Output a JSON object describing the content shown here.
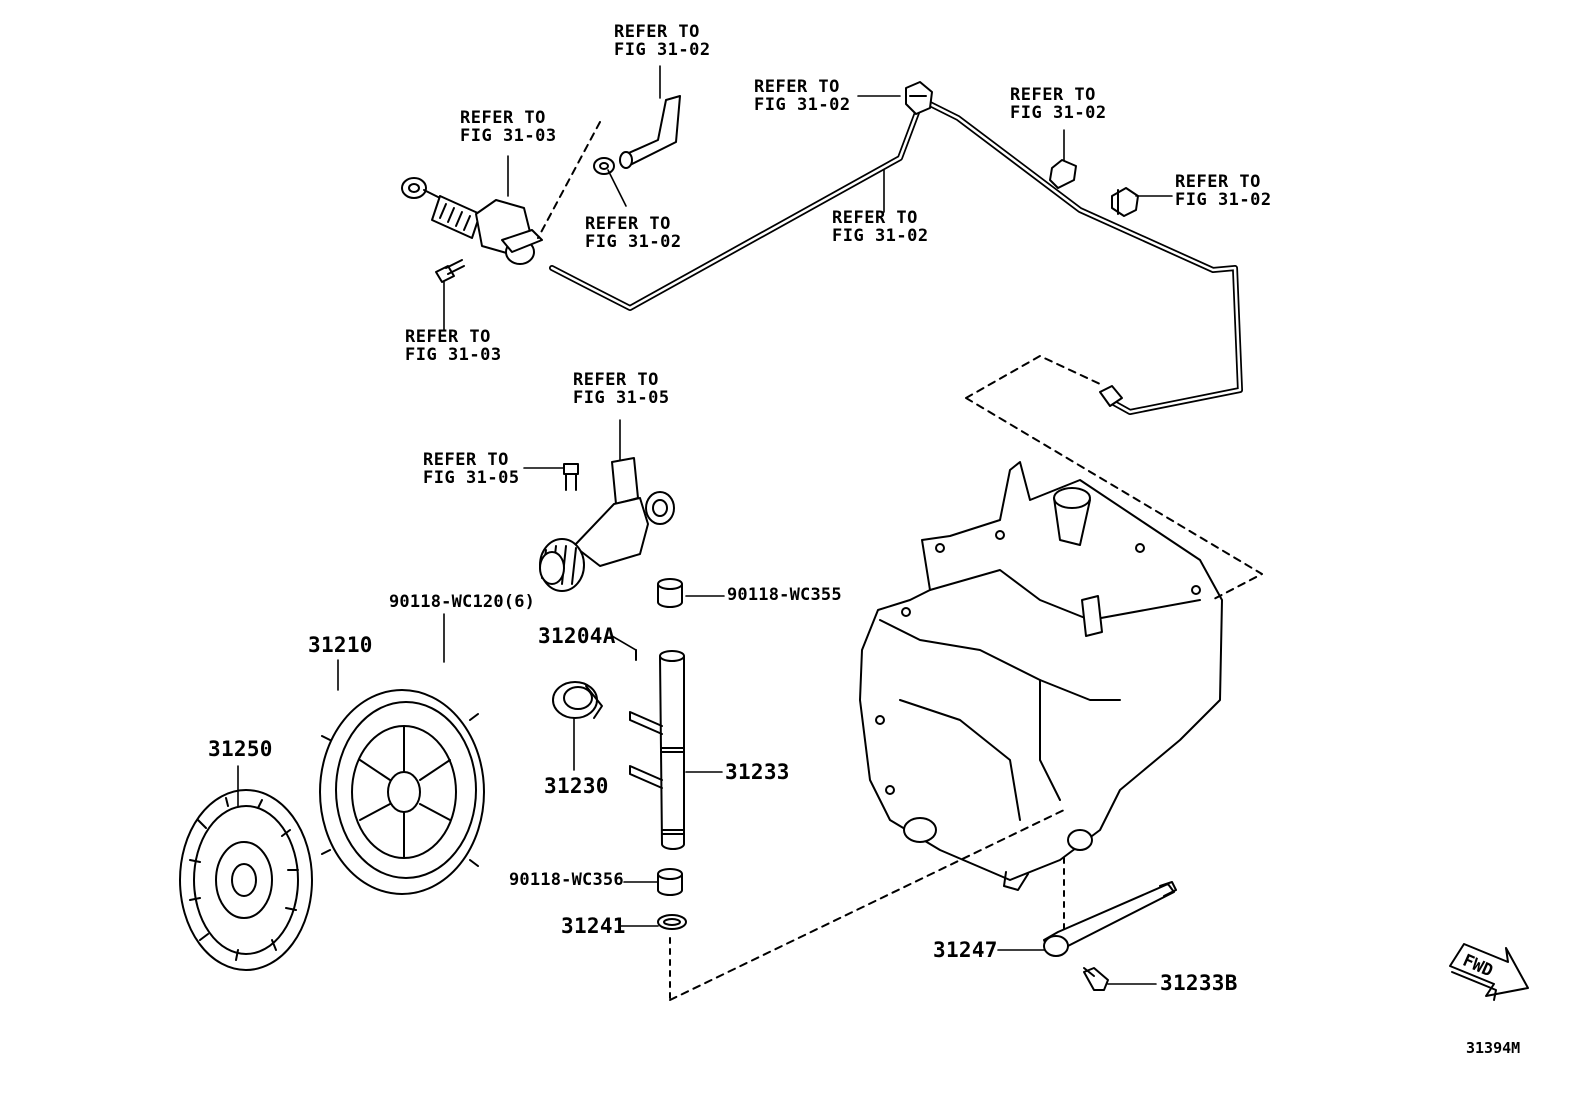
{
  "diagram_id": "31394M",
  "fwd_label": "FWD",
  "refs": {
    "r1": {
      "l1": "REFER TO",
      "l2": "FIG 31-02"
    },
    "r2": {
      "l1": "REFER TO",
      "l2": "FIG 31-03"
    },
    "r3": {
      "l1": "REFER TO",
      "l2": "FIG 31-02"
    },
    "r4": {
      "l1": "REFER TO",
      "l2": "FIG 31-03"
    },
    "r5": {
      "l1": "REFER TO",
      "l2": "FIG 31-02"
    },
    "r6": {
      "l1": "REFER TO",
      "l2": "FIG 31-02"
    },
    "r7": {
      "l1": "REFER TO",
      "l2": "FIG 31-02"
    },
    "r8": {
      "l1": "REFER TO",
      "l2": "FIG 31-02"
    },
    "r9": {
      "l1": "REFER TO",
      "l2": "FIG 31-05"
    },
    "r10": {
      "l1": "REFER TO",
      "l2": "FIG 31-05"
    }
  },
  "parts": {
    "p90118_wc120": "90118-WC120(6)",
    "p90118_wc355": "90118-WC355",
    "p31204a": "31204A",
    "p31210": "31210",
    "p31250": "31250",
    "p31230": "31230",
    "p31233": "31233",
    "p90118_wc356": "90118-WC356",
    "p31241": "31241",
    "p31247": "31247",
    "p31233b": "31233B"
  }
}
